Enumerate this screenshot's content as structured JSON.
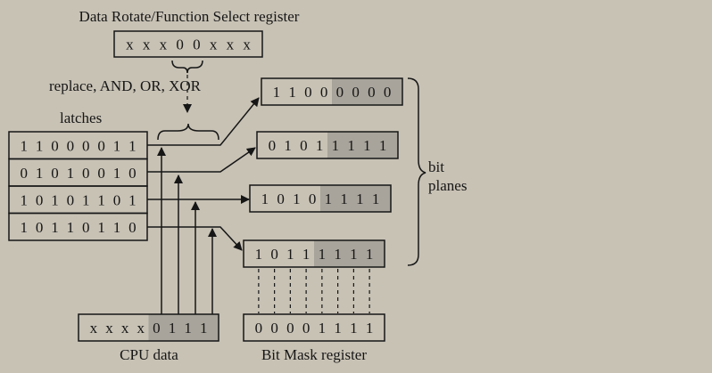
{
  "labels": {
    "rotate_register_title": "Data Rotate/Function Select register",
    "function_label": "replace, AND, OR, XOR",
    "latches_label": "latches",
    "cpu_data_label": "CPU data",
    "bit_mask_label": "Bit Mask register",
    "bit_planes_line1": "bit",
    "bit_planes_line2": "planes"
  },
  "rotate_register": [
    "x",
    "x",
    "x",
    "0",
    "0",
    "x",
    "x",
    "x"
  ],
  "latches": [
    [
      "1",
      "1",
      "0",
      "0",
      "0",
      "0",
      "1",
      "1"
    ],
    [
      "0",
      "1",
      "0",
      "1",
      "0",
      "0",
      "1",
      "0"
    ],
    [
      "1",
      "0",
      "1",
      "0",
      "1",
      "1",
      "0",
      "1"
    ],
    [
      "1",
      "0",
      "1",
      "1",
      "0",
      "1",
      "1",
      "0"
    ]
  ],
  "bit_planes": [
    [
      "1",
      "1",
      "0",
      "0",
      "0",
      "0",
      "0",
      "0"
    ],
    [
      "0",
      "1",
      "0",
      "1",
      "1",
      "1",
      "1",
      "1"
    ],
    [
      "1",
      "0",
      "1",
      "0",
      "1",
      "1",
      "1",
      "1"
    ],
    [
      "1",
      "0",
      "1",
      "1",
      "1",
      "1",
      "1",
      "1"
    ]
  ],
  "cpu_data": [
    "x",
    "x",
    "x",
    "x",
    "0",
    "1",
    "1",
    "1"
  ],
  "bit_mask": [
    "0",
    "0",
    "0",
    "0",
    "1",
    "1",
    "1",
    "1"
  ],
  "colors": {
    "background": "#c8c2b5",
    "shaded": "#a8a49b",
    "ink": "#161616"
  }
}
